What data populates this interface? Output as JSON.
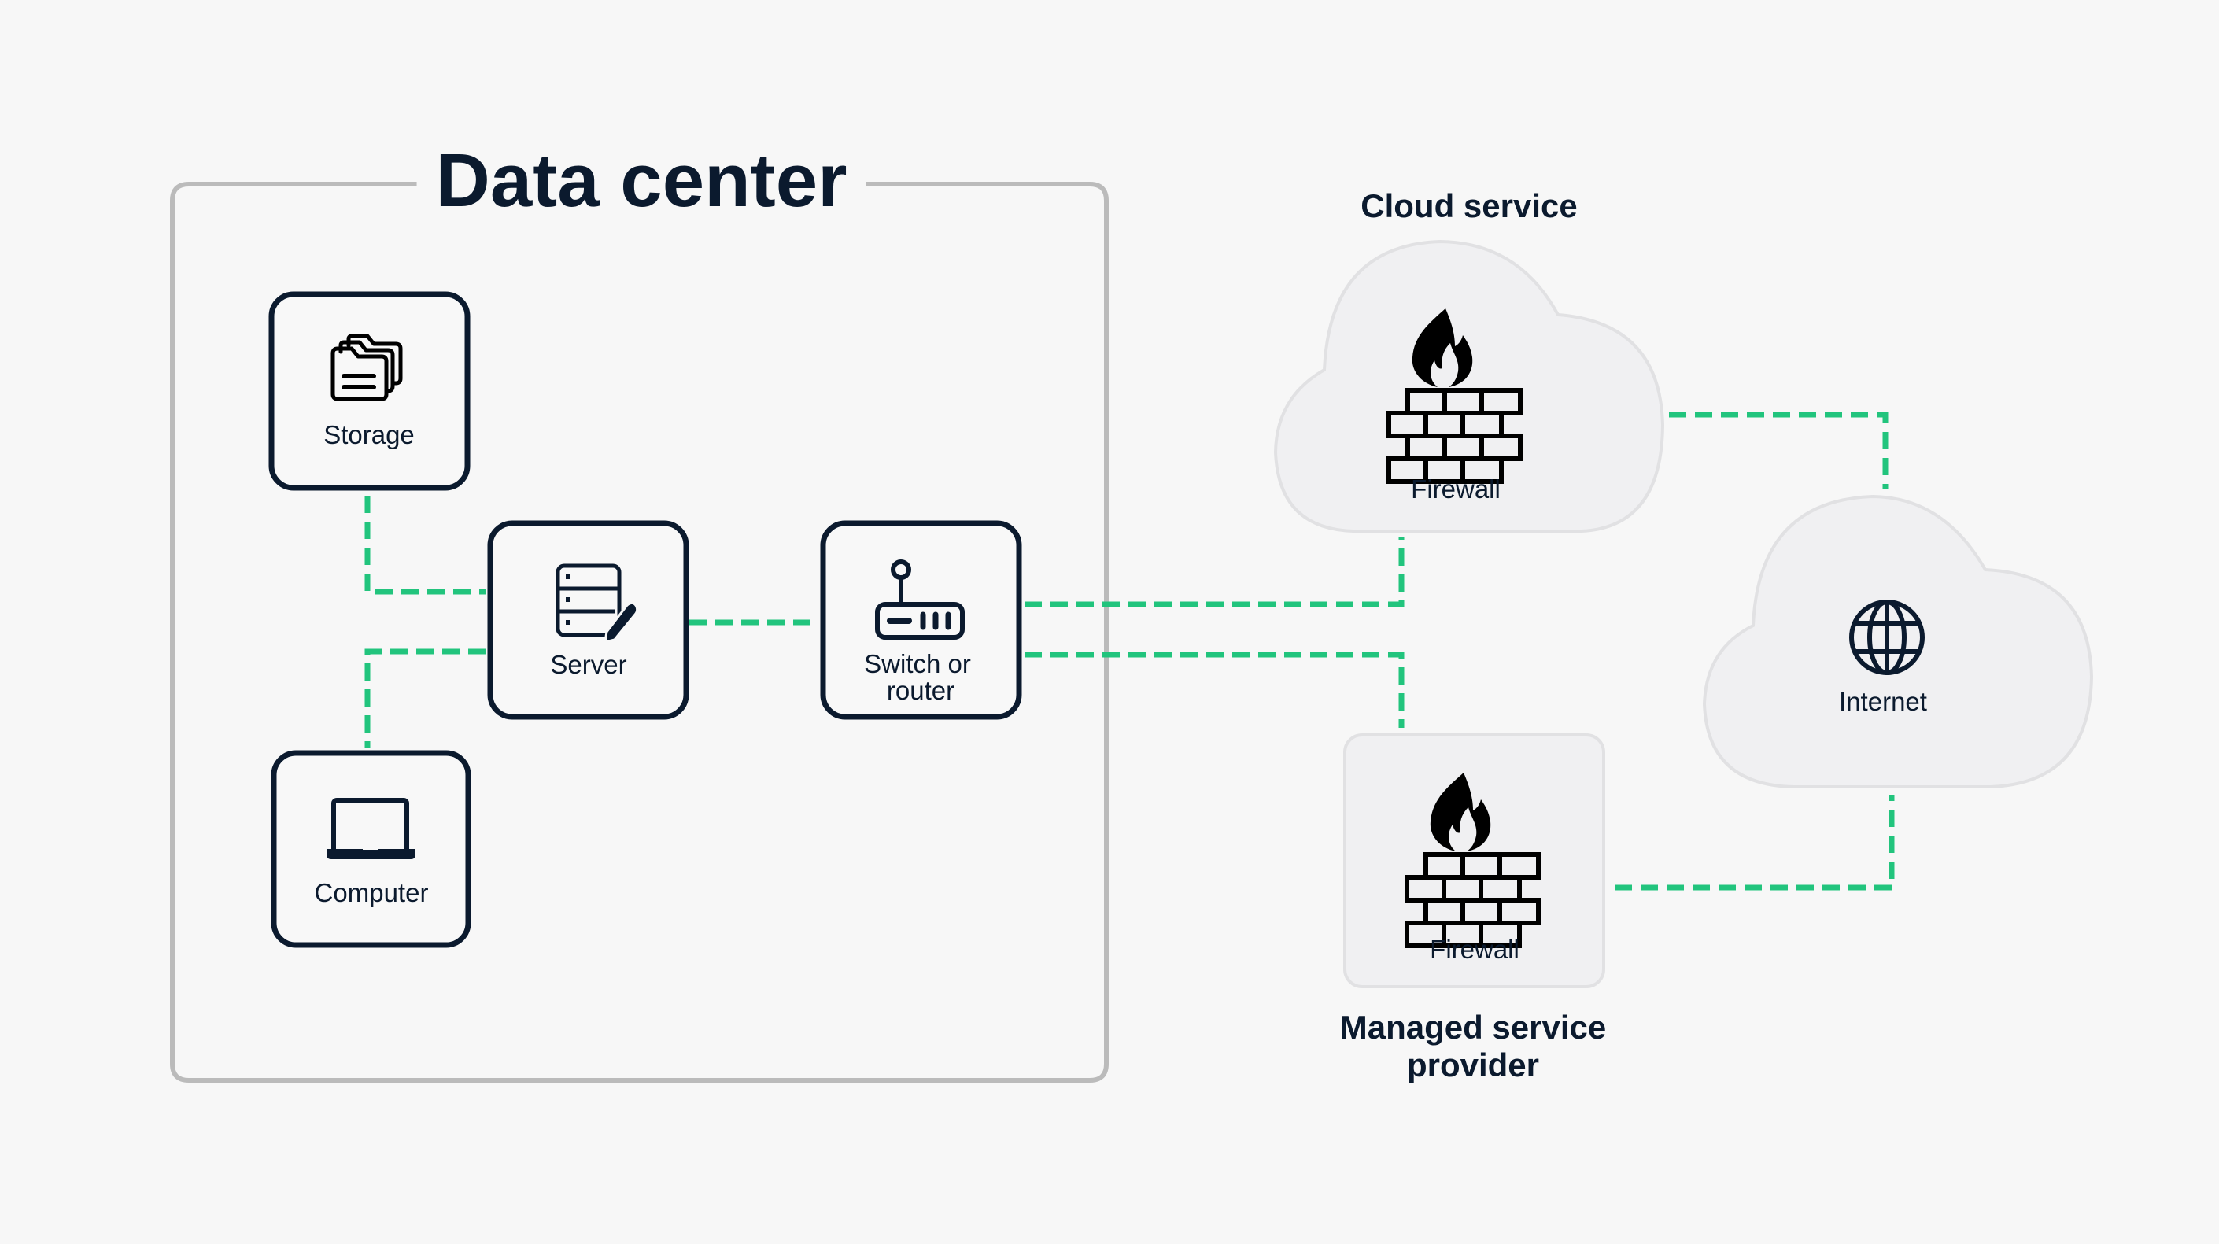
{
  "diagram": {
    "title": "Data center",
    "colors": {
      "background": "#f7f7f7",
      "text": "#0b1a2e",
      "connector": "#22c47d",
      "frame": "#bbbbbb",
      "cloud_fill": "#f0f0f2",
      "cloud_stroke": "#e1e1e3"
    },
    "data_center": {
      "title": "Data center",
      "nodes": {
        "storage": {
          "label": "Storage",
          "icon": "folders-icon"
        },
        "server": {
          "label": "Server",
          "icon": "server-edit-icon"
        },
        "computer": {
          "label": "Computer",
          "icon": "laptop-icon"
        },
        "switch": {
          "label_line1": "Switch or",
          "label_line2": "router",
          "icon": "router-icon"
        }
      }
    },
    "cloud_service": {
      "title": "Cloud service",
      "node": {
        "label": "Firewall",
        "icon": "firewall-icon"
      }
    },
    "internet": {
      "node": {
        "label": "Internet",
        "icon": "globe-icon"
      }
    },
    "managed_service_provider": {
      "title_line1": "Managed service",
      "title_line2": "provider",
      "node": {
        "label": "Firewall",
        "icon": "firewall-icon"
      }
    },
    "connections": [
      {
        "from": "Storage",
        "to": "Server"
      },
      {
        "from": "Computer",
        "to": "Server"
      },
      {
        "from": "Server",
        "to": "Switch or router"
      },
      {
        "from": "Switch or router",
        "to": "Cloud service Firewall"
      },
      {
        "from": "Switch or router",
        "to": "Managed service provider Firewall"
      },
      {
        "from": "Cloud service Firewall",
        "to": "Internet"
      },
      {
        "from": "Managed service provider Firewall",
        "to": "Internet"
      }
    ]
  }
}
